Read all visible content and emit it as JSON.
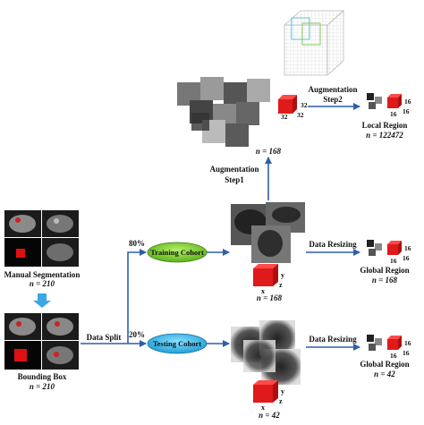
{
  "left_column": {
    "manual_segmentation": "Manual Segmentation",
    "manual_n": "n = 210",
    "bounding_box": "Bounding Box",
    "bounding_n": "n = 210"
  },
  "split": {
    "label": "Data Split",
    "train_pct": "80%",
    "test_pct": "20%"
  },
  "cohorts": {
    "training": "Training Cohort",
    "testing": "Testing Cohort"
  },
  "augmentation": {
    "step1_line1": "Augmentation",
    "step1_line2": "Step1",
    "step2_line1": "Augmentation",
    "step2_line2": "Step2",
    "aug_n": "n = 168"
  },
  "local_region": {
    "title": "Local Region",
    "n": "n = 122472",
    "dim_a": "32",
    "dim_b": "32",
    "out_a": "16",
    "out_b": "16"
  },
  "training_branch": {
    "resize": "Data Resizing",
    "title": "Global Region",
    "n": "n = 168",
    "cube_x": "x",
    "cube_y": "y",
    "cube_z": "z",
    "cube_n": "n = 168",
    "out_a": "16",
    "out_b": "16"
  },
  "testing_branch": {
    "resize": "Data Resizing",
    "title": "Global Region",
    "n": "n = 42",
    "cube_x": "x",
    "cube_y": "y",
    "cube_z": "z",
    "cube_n": "n = 42",
    "out_a": "16",
    "out_b": "16"
  },
  "colors": {
    "arrow": "#2f5faa",
    "training_fill": "#7ed321",
    "testing_fill": "#3fb8e8",
    "cube_red": "#e01a1a",
    "down_arrow": "#3aa7e6"
  }
}
